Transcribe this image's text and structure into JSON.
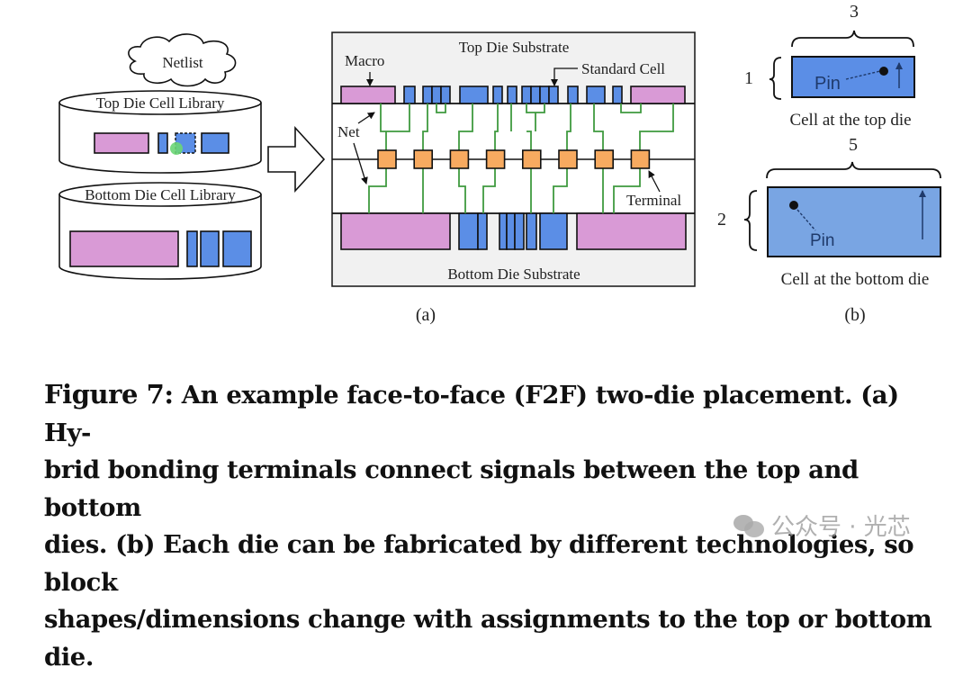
{
  "colors": {
    "macro": "#d99ad6",
    "std_cell": "#5b8ee6",
    "terminal": "#f7aa60",
    "net": "#3f9a3f",
    "substrate_bg": "#f1f1f1",
    "cell_b_fill": "#79a5e3",
    "pin_text": "#1f3a6b"
  },
  "left_panel": {
    "netlist_label": "Netlist",
    "top_library_label": "Top Die Cell Library",
    "bottom_library_label": "Bottom Die Cell Library"
  },
  "panel_a": {
    "top_substrate_label": "Top Die Substrate",
    "bottom_substrate_label": "Bottom Die Substrate",
    "macro_label": "Macro",
    "standard_cell_label": "Standard Cell",
    "net_label": "Net",
    "terminal_label": "Terminal",
    "terminal_count": 8,
    "sublabel": "(a)"
  },
  "panel_b": {
    "top_cell": {
      "width_label": "3",
      "height_label": "1",
      "pin_label": "Pin",
      "caption": "Cell at the top die"
    },
    "bottom_cell": {
      "width_label": "5",
      "height_label": "2",
      "pin_label": "Pin",
      "caption": "Cell at the bottom die"
    },
    "sublabel": "(b)"
  },
  "caption": {
    "figure_label": "Figure 7:",
    "line1_rest": " An example face-to-face (F2F) two-die placement. (a) Hy-",
    "line2": "brid bonding terminals connect signals between the top and bottom",
    "line3": "dies. (b) Each die can be fabricated by different technologies, so block",
    "line4": "shapes/dimensions change with assignments to the top or bottom",
    "line5": "die."
  },
  "watermark": {
    "text": "公众号 · 光芯"
  }
}
